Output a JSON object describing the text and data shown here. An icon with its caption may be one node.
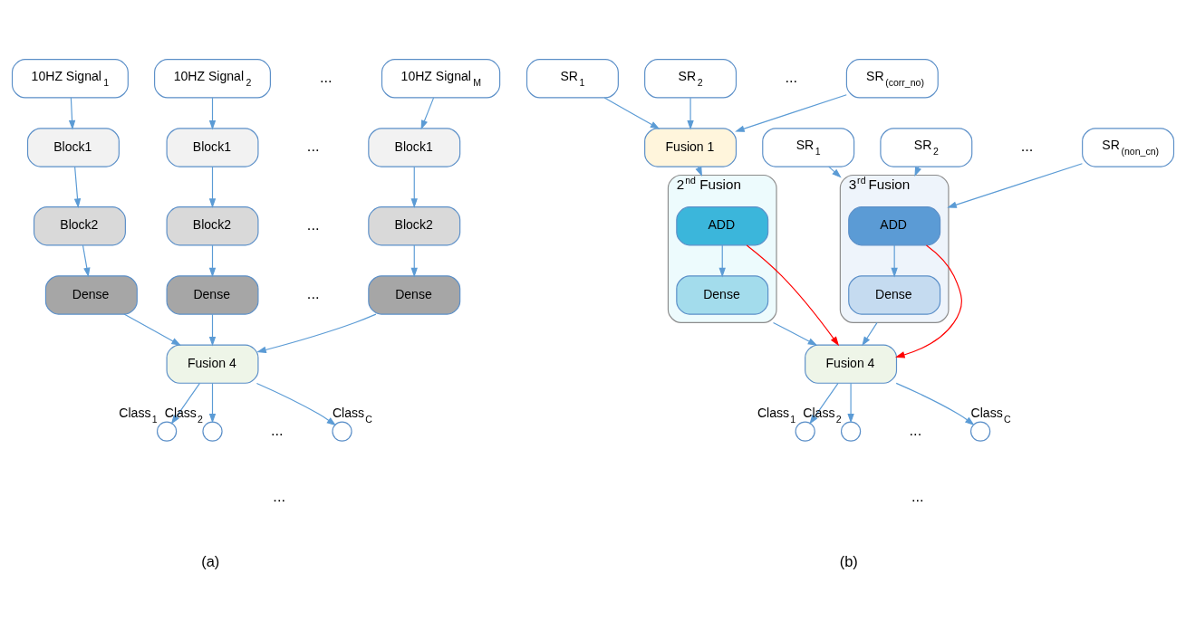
{
  "diagram": {
    "nodes": [
      {
        "text": [
          "10HZ Signal$_{1}$"
        ]
      },
      {
        "text": [
          "10HZ Signal$_{2}$"
        ]
      },
      {
        "text": [
          "10HZ Signal$_{M}$"
        ]
      },
      {
        "text": [
          "Block1"
        ]
      },
      {
        "text": [
          "Block1"
        ]
      },
      {
        "text": [
          "Block1"
        ]
      },
      {
        "text": [
          "Block2"
        ]
      },
      {
        "text": [
          "Block2"
        ]
      },
      {
        "text": [
          "Block2"
        ]
      },
      {
        "text": [
          "Dense"
        ]
      },
      {
        "text": [
          "Dense"
        ]
      },
      {
        "text": [
          "Dense"
        ]
      },
      {
        "text": [
          "Fusion 4"
        ]
      },
      {
        "text": [],
        "shape": "circle",
        "beside": [
          "Class$_{1}$"
        ]
      },
      {
        "text": [],
        "shape": "circle",
        "beside": [
          "Class$_{2}$"
        ]
      },
      {
        "text": [],
        "shape": "circle",
        "beside": [
          "Class$_{C}$"
        ]
      },
      {
        "text": [
          "SR$_{1}$"
        ]
      },
      {
        "text": [
          "SR$_{2}$"
        ]
      },
      {
        "text": [
          "SR$_{(corr_no)}$"
        ]
      },
      {
        "text": [
          "SR$_{1}$"
        ]
      },
      {
        "text": [
          "SR$_{2}$"
        ]
      },
      {
        "text": [
          "SR$_{(non_cn)}$"
        ]
      },
      {
        "text": [
          "Fusion 1"
        ]
      },
      {
        "text": [
          "2$^{nd}$ Fusion"
        ]
      },
      {
        "text": [
          "ADD"
        ],
        "in": 23
      },
      {
        "text": [
          "Dense"
        ],
        "in": 23
      },
      {
        "text": [
          "3$^{rd}$ Fusion"
        ]
      },
      {
        "text": [
          "ADD"
        ],
        "in": 26
      },
      {
        "text": [
          "Dense"
        ],
        "in": 26
      },
      {
        "text": [
          "Fusion 4"
        ]
      },
      {
        "text": [],
        "shape": "circle",
        "beside": [
          "Class$_{1}$"
        ]
      },
      {
        "text": [],
        "shape": "circle",
        "beside": [
          "Class$_{2}$"
        ]
      },
      {
        "text": [],
        "shape": "circle",
        "beside": [
          "Class$_{C}$"
        ]
      }
    ],
    "edges": [
      {
        "from": 0,
        "to": 3,
        "arrow": "to"
      },
      {
        "from": 1,
        "to": 4,
        "arrow": "to"
      },
      {
        "from": 2,
        "to": 5,
        "arrow": "to"
      },
      {
        "from": 3,
        "to": 6,
        "arrow": "to"
      },
      {
        "from": 4,
        "to": 7,
        "arrow": "to"
      },
      {
        "from": 5,
        "to": 8,
        "arrow": "to"
      },
      {
        "from": 6,
        "to": 9,
        "arrow": "to"
      },
      {
        "from": 7,
        "to": 10,
        "arrow": "to"
      },
      {
        "from": 8,
        "to": 11,
        "arrow": "to"
      },
      {
        "from": 9,
        "to": 12,
        "arrow": "to"
      },
      {
        "from": 10,
        "to": 12,
        "arrow": "to"
      },
      {
        "from": 11,
        "to": 12,
        "arrow": "to"
      },
      {
        "from": 12,
        "to": 13,
        "arrow": "to"
      },
      {
        "from": 12,
        "to": 14,
        "arrow": "to"
      },
      {
        "from": 12,
        "to": 15,
        "arrow": "to"
      },
      {
        "from": 16,
        "to": 22,
        "arrow": "to"
      },
      {
        "from": 17,
        "to": 22,
        "arrow": "to"
      },
      {
        "from": 18,
        "to": 22,
        "arrow": "to"
      },
      {
        "from": 19,
        "to": 26,
        "arrow": "to"
      },
      {
        "from": 20,
        "to": 26,
        "arrow": "to"
      },
      {
        "from": 21,
        "to": 26,
        "arrow": "to"
      },
      {
        "from": 22,
        "to": 23,
        "arrow": "to"
      },
      {
        "from": 24,
        "to": 25,
        "arrow": "to"
      },
      {
        "from": 27,
        "to": 28,
        "arrow": "to"
      },
      {
        "from": 23,
        "to": 29,
        "arrow": "to"
      },
      {
        "from": 26,
        "to": 29,
        "arrow": "to"
      },
      {
        "from": 24,
        "to": 29,
        "arrow": "to",
        "color": "#ff0000"
      },
      {
        "from": 27,
        "to": 29,
        "arrow": "to",
        "color": "#ff0000"
      },
      {
        "from": 29,
        "to": 30,
        "arrow": "to"
      },
      {
        "from": 29,
        "to": 31,
        "arrow": "to"
      },
      {
        "from": 29,
        "to": 32,
        "arrow": "to"
      }
    ],
    "labels": [
      "...",
      "...",
      "...",
      "...",
      "...",
      "...",
      "...",
      "...",
      "...",
      "...",
      "(a)",
      "(b)"
    ]
  }
}
